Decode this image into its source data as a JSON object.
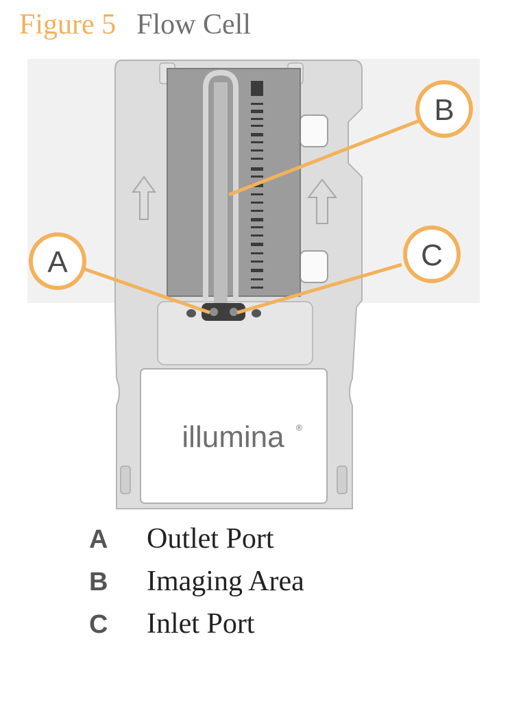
{
  "figure": {
    "number_label": "Figure 5",
    "title": "Flow Cell"
  },
  "callouts": {
    "a": "A",
    "b": "B",
    "c": "C"
  },
  "brand_text": "illumina",
  "legend": [
    {
      "letter": "A",
      "description": "Outlet Port"
    },
    {
      "letter": "B",
      "description": "Imaging Area"
    },
    {
      "letter": "C",
      "description": "Inlet Port"
    }
  ],
  "colors": {
    "figure_number": "#F2B25C",
    "callout_ring": "#F2B25C",
    "cartridge_body": "#DCDCDC",
    "glass": "#9B9B9B"
  }
}
